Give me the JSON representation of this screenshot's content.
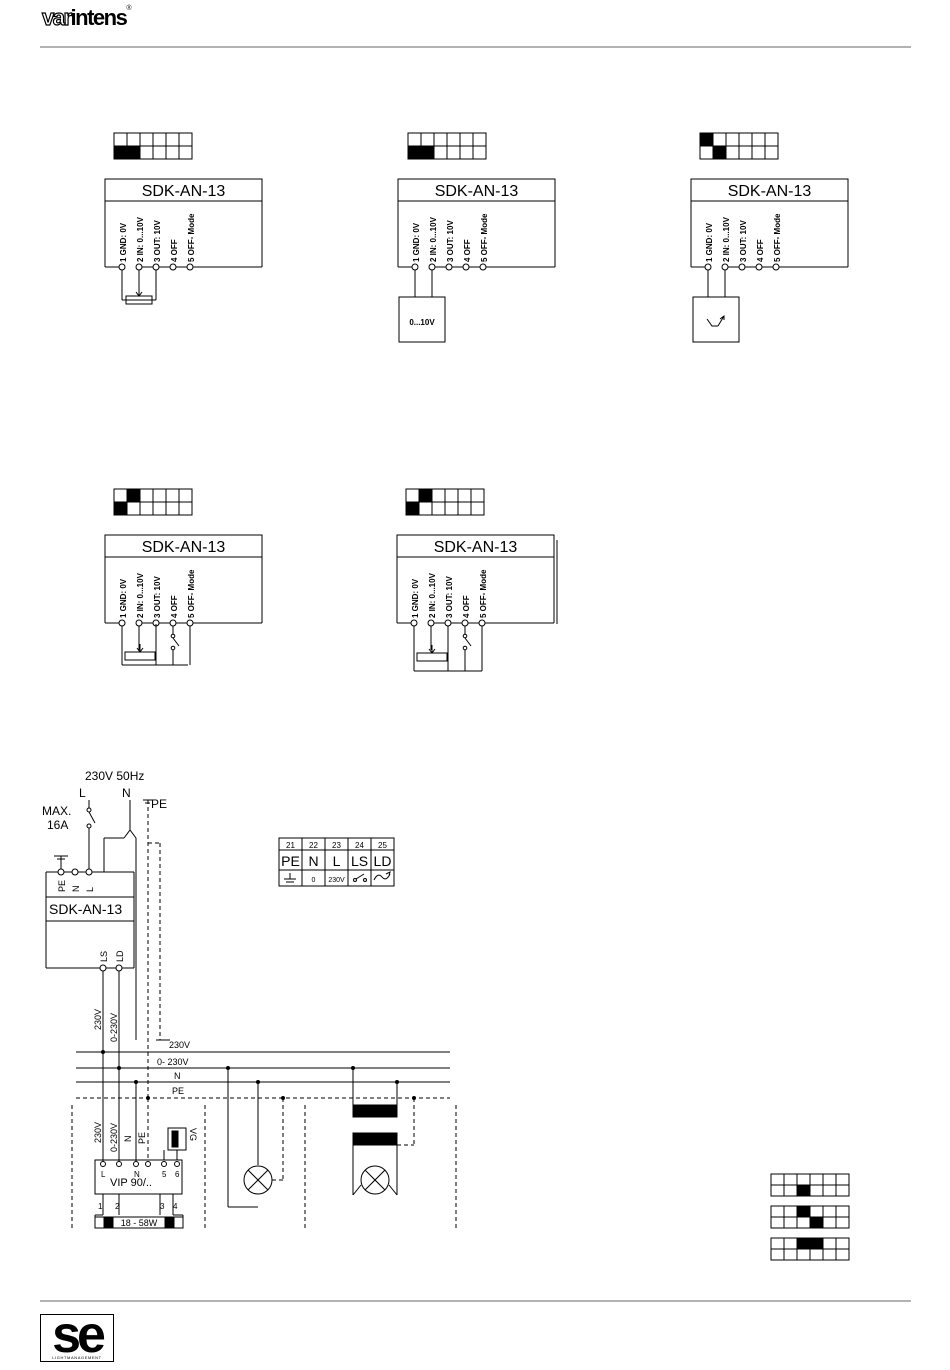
{
  "header": {
    "brand_outline": "var",
    "brand_bold": "intens",
    "brand_mark": "®"
  },
  "footer": {
    "logo_mark": "se",
    "logo_sub": "LIGHTMANAGEMENT"
  },
  "device_name": "SDK-AN-13",
  "terminal_labels": [
    "1 GND:  0V",
    "2 IN: 0...10V",
    "3 OUT:  10V",
    "4 OFF",
    "5 OFF- Mode"
  ],
  "dip_patterns": [
    [
      [
        0,
        0,
        0,
        0,
        0,
        0
      ],
      [
        1,
        1,
        0,
        0,
        0,
        0
      ]
    ],
    [
      [
        0,
        0,
        0,
        0,
        0,
        0
      ],
      [
        1,
        1,
        0,
        0,
        0,
        0
      ]
    ],
    [
      [
        1,
        0,
        0,
        0,
        0,
        0
      ],
      [
        0,
        1,
        0,
        0,
        0,
        0
      ]
    ],
    [
      [
        0,
        1,
        0,
        0,
        0,
        0
      ],
      [
        1,
        0,
        0,
        0,
        0,
        0
      ]
    ],
    [
      [
        0,
        1,
        0,
        0,
        0,
        0
      ],
      [
        1,
        0,
        0,
        0,
        0,
        0
      ]
    ]
  ],
  "sensor_voltage_label": "0...10V",
  "supply": {
    "voltage": "230V  50Hz",
    "l": "L",
    "n": "N",
    "pe": "PE",
    "max": "MAX.",
    "fuse": "16A"
  },
  "wiring": {
    "top_terminals": [
      "PE",
      "N",
      "L"
    ],
    "bottom_terminals": [
      "LS",
      "LD"
    ],
    "vertical_labels": [
      "230V",
      "0-230V"
    ],
    "bus_labels": [
      "230V",
      "0- 230V",
      "N",
      "PE"
    ],
    "ballast_wires": [
      "230V",
      "0-230V",
      "N",
      "PE"
    ],
    "ballast_name": "VIP 90/..",
    "ballast_top_pins": [
      "L",
      "",
      "N",
      "",
      "5",
      "6"
    ],
    "ballast_bottom_pins": [
      "1",
      "2",
      "3",
      "4"
    ],
    "tube_label": "18  -  58W",
    "vg_label": "VG"
  },
  "terminal_table": {
    "numbers": [
      "21",
      "22",
      "23",
      "24",
      "25"
    ],
    "names": [
      "PE",
      "N",
      "L",
      "LS",
      "LD"
    ],
    "values": [
      "",
      "0",
      "230V",
      "",
      ""
    ]
  },
  "dip_legend": [
    [
      [
        0,
        0,
        0,
        0,
        0,
        0
      ],
      [
        0,
        0,
        1,
        0,
        0,
        0
      ]
    ],
    [
      [
        0,
        0,
        1,
        0,
        0,
        0
      ],
      [
        0,
        0,
        0,
        1,
        0,
        0
      ]
    ],
    [
      [
        0,
        0,
        1,
        1,
        0,
        0
      ],
      [
        0,
        0,
        0,
        0,
        0,
        0
      ]
    ]
  ]
}
